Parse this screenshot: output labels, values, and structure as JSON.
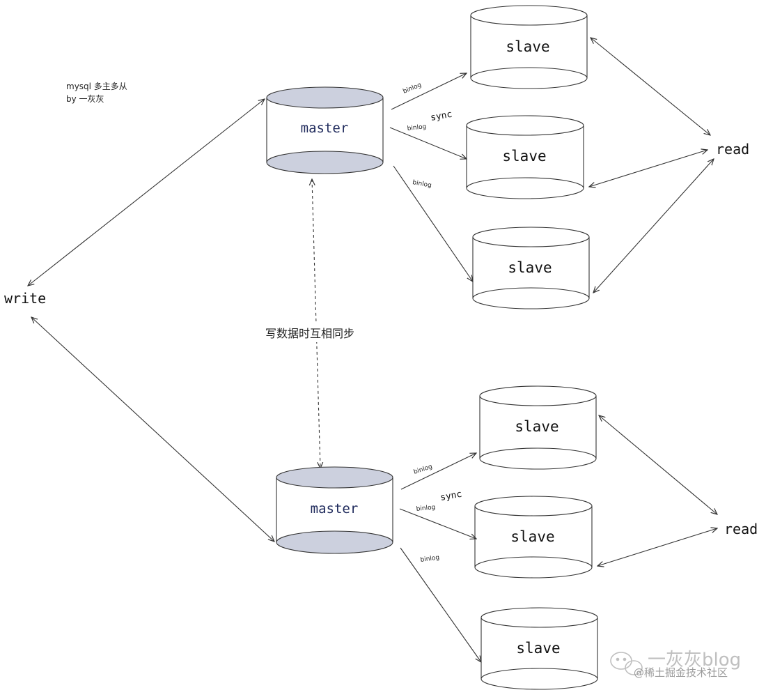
{
  "caption": {
    "line1": "mysql 多主多从",
    "line2": "by 一灰灰"
  },
  "write_label": "write",
  "sync_note": "写数据时互相同步",
  "clusters": [
    {
      "master_label": "master",
      "read_label": "read",
      "sync_label": "sync",
      "binlog_labels": [
        "binlog",
        "binlog",
        "binlog"
      ],
      "slaves": [
        "slave",
        "slave",
        "slave"
      ]
    },
    {
      "master_label": "master",
      "read_label": "read",
      "sync_label": "sync",
      "binlog_labels": [
        "binlog",
        "binlog",
        "binlog"
      ],
      "slaves": [
        "slave",
        "slave",
        "slave"
      ]
    }
  ],
  "watermark": {
    "brand": "一灰灰blog",
    "source": "@稀土掘金技术社区"
  },
  "colors": {
    "stroke": "#333333",
    "cylinder_bottom": "#ccd0de",
    "master_text": "#1f2a5c",
    "text": "#222222",
    "watermark": "#bfbfbf"
  }
}
